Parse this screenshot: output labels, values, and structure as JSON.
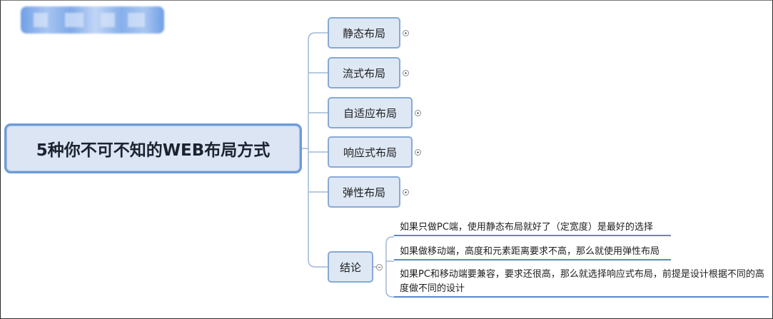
{
  "root": {
    "label": "5种你不可不知的WEB布局方式"
  },
  "topics": [
    {
      "label": "静态布局",
      "collapsed": true
    },
    {
      "label": "流式布局",
      "collapsed": true
    },
    {
      "label": "自适应布局",
      "collapsed": true
    },
    {
      "label": "响应式布局",
      "collapsed": true
    },
    {
      "label": "弹性布局",
      "collapsed": true
    },
    {
      "label": "结论",
      "collapsed": false
    }
  ],
  "conclusion_notes": [
    "如果只做PC端，使用静态布局就好了（定宽度）是最好的选择",
    "如果做移动端，高度和元素距离要求不高，那么就使用弹性布局",
    "如果PC和移动端要兼容，要求还很高，那么就选择响应式布局，前提是设计根据不同的高度做不同的设计"
  ],
  "colors": {
    "accent_border": "#6d9bd6",
    "topic_fill": "#dee8f5",
    "underline": "#5b88c9",
    "connector": "#9fb7d8"
  }
}
